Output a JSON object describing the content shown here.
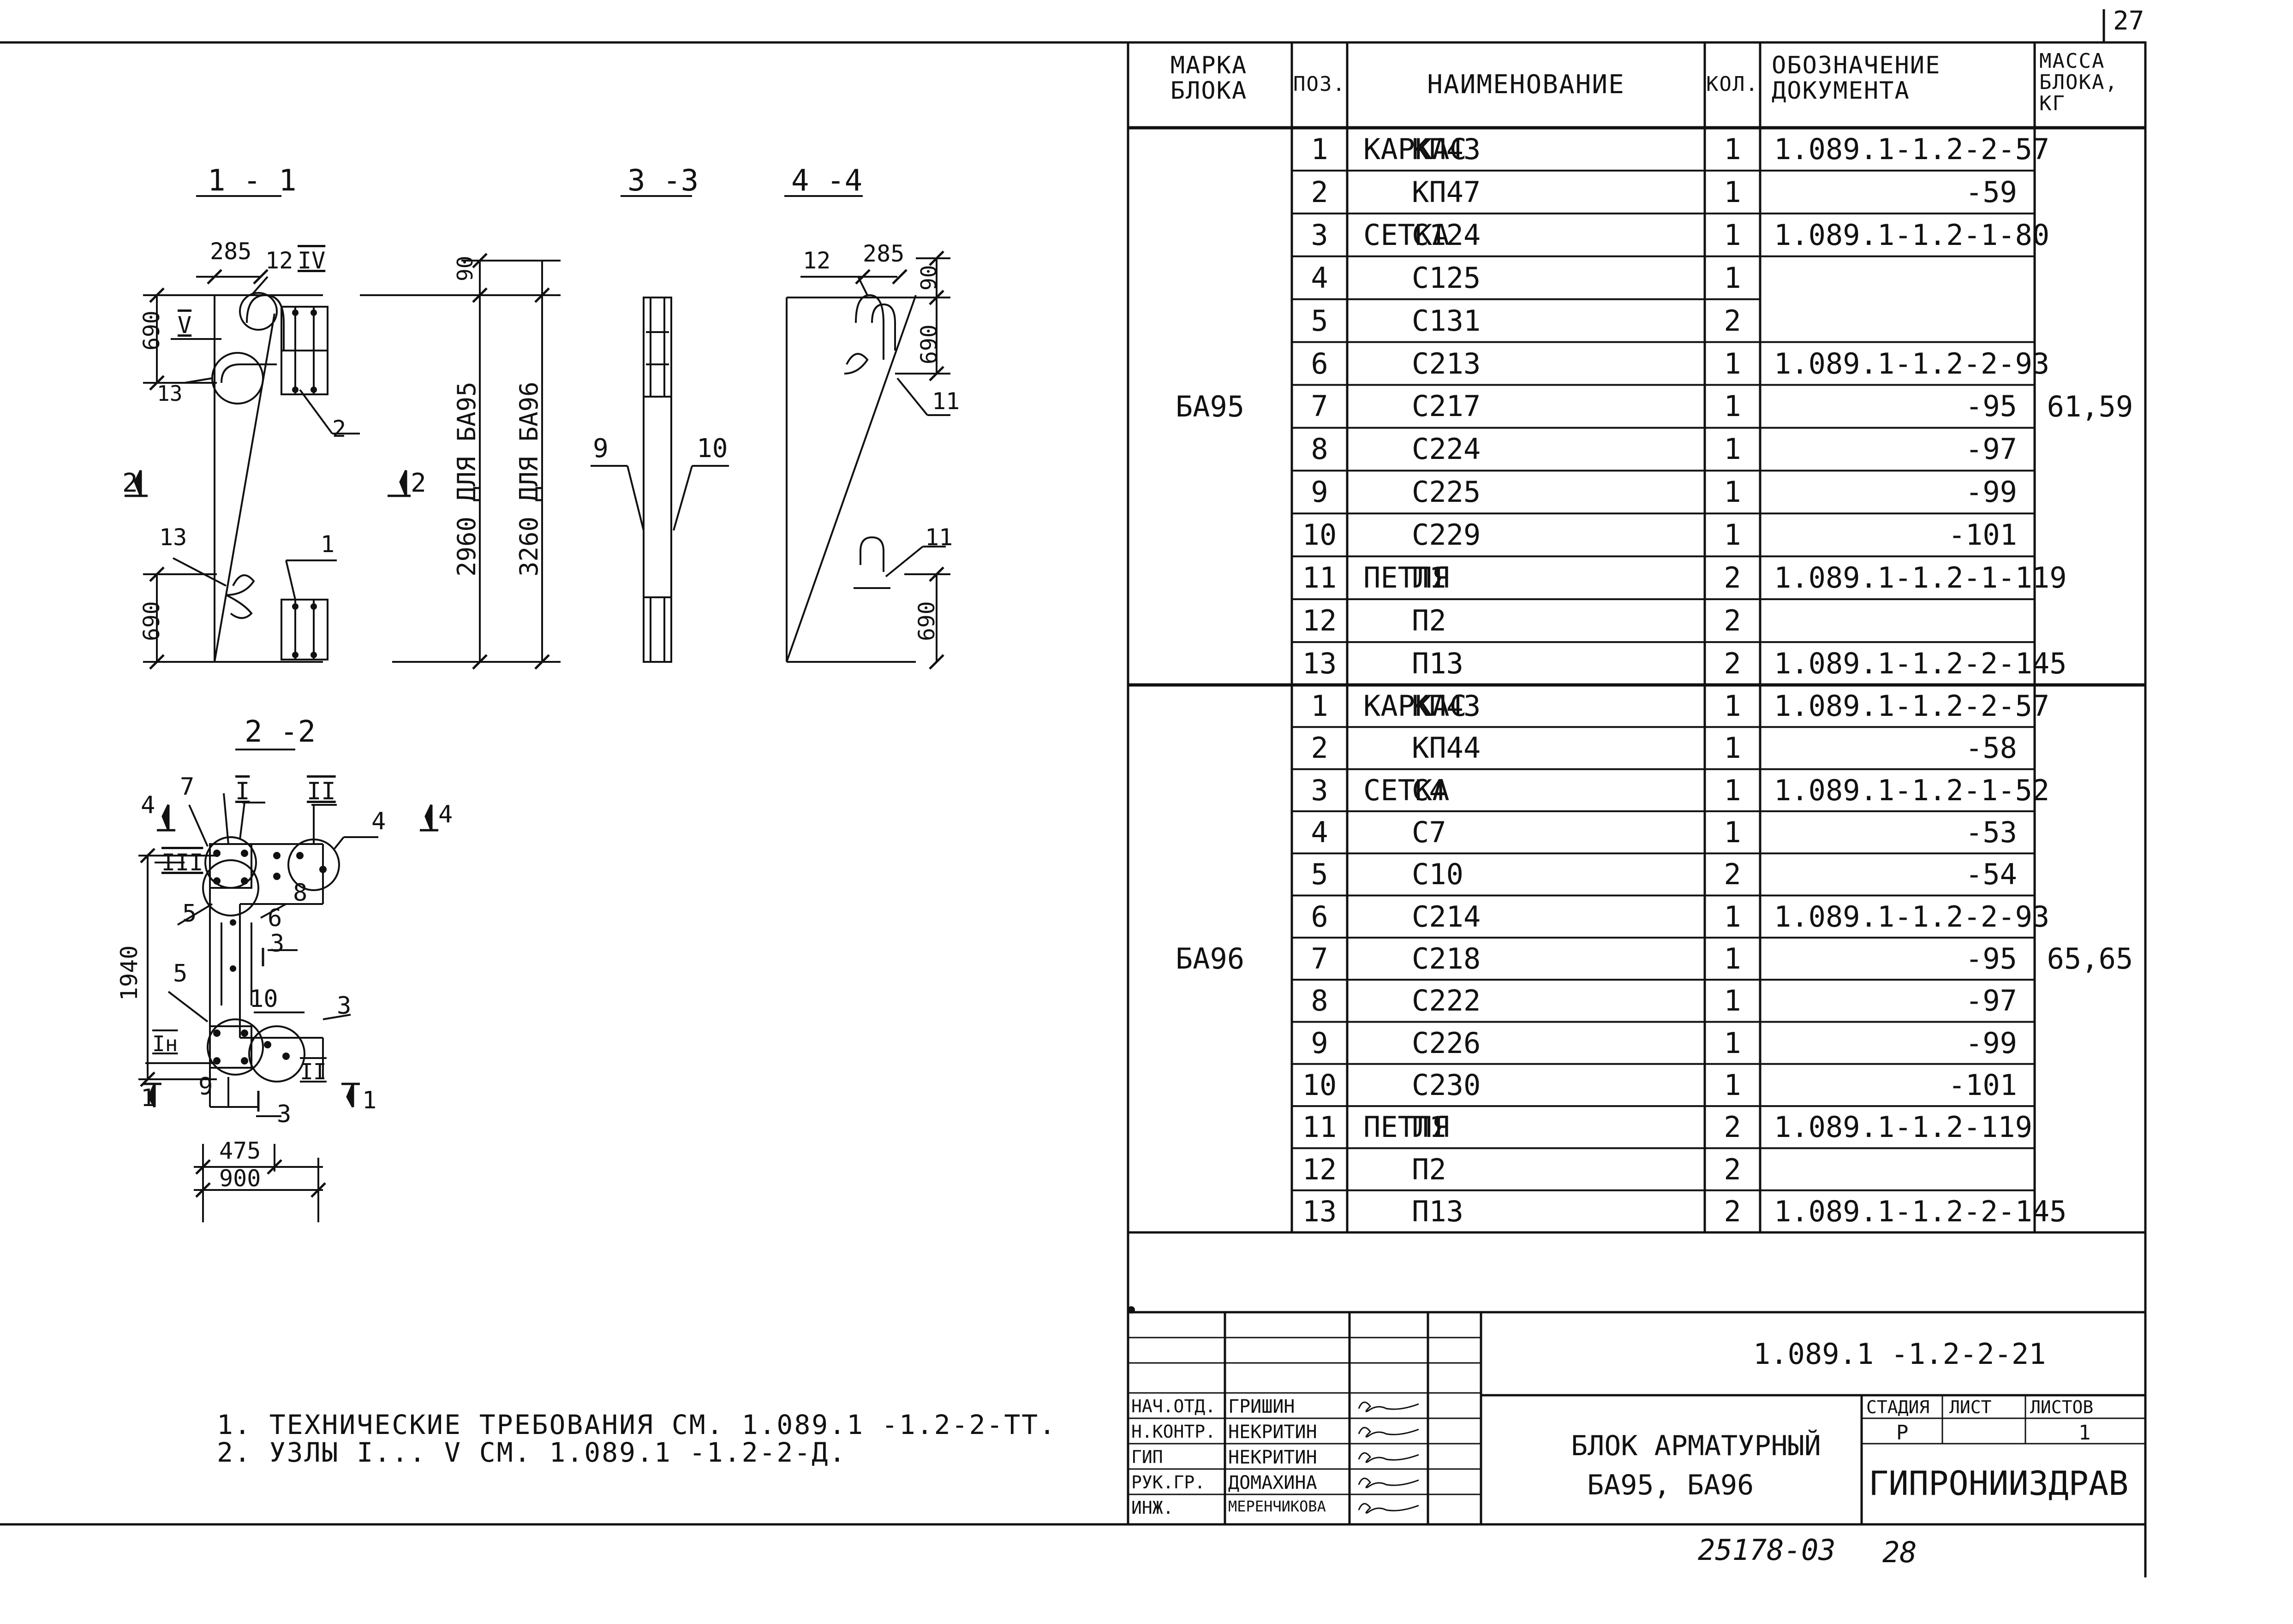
{
  "sheet_number": "27",
  "sections": {
    "s1": "1 - 1",
    "s2": "2 -2",
    "s3": "3 -3",
    "s4": "4 -4"
  },
  "dims": {
    "d285a": "285",
    "d12a": "12",
    "dIVa": "IV",
    "d690a": "690",
    "dVa": "V",
    "d13a": "13",
    "d2a": "2",
    "d2arrow": "2",
    "d13b": "13",
    "d1a": "1",
    "d690b": "690",
    "d2arrow2": "2",
    "d90a": "90",
    "d2960": "2960 ДЛЯ БА95",
    "d3260": "3260 ДЛЯ БА96",
    "d9": "9",
    "d10": "10",
    "d12b": "12",
    "d285b": "285",
    "d90b": "90",
    "d690c": "690",
    "d11a": "11",
    "d11b": "11",
    "d690d": "690",
    "v_4a": "4",
    "v_7": "7",
    "v_I": "I",
    "v_II": "II",
    "v_4b": "4",
    "v_4c": "4",
    "v_III": "III",
    "v_5a": "5",
    "v_6": "6",
    "v_8": "8",
    "v_1940": "1940",
    "v_3a": "3",
    "v_5b": "5",
    "v_10": "10",
    "v_3b": "3",
    "v_Ih": "Iн",
    "v_IIb": "II",
    "v_1a": "1",
    "v_9": "9",
    "v_3c": "3",
    "v_1b": "1",
    "v_475": "475",
    "v_900": "900"
  },
  "table": {
    "headers": {
      "mark": "МАРКА БЛОКА",
      "pos": "ПОЗ.",
      "name": "НАИМЕНОВАНИЕ",
      "qty": "КОЛ.",
      "doc": "ОБОЗНАЧЕНИЕ ДОКУМЕНТА",
      "mass": "МАССА БЛОКА, КГ"
    },
    "groups": [
      {
        "mark": "БА95",
        "mass": "61,59",
        "rows": [
          {
            "pos": "1",
            "type": "КАРКАС",
            "name": "КП43",
            "qty": "1",
            "doc": "1.089.1-1.2-2-57"
          },
          {
            "pos": "2",
            "type": "",
            "name": "КП47",
            "qty": "1",
            "doc": "-59"
          },
          {
            "pos": "3",
            "type": "СЕТКА",
            "name": "С124",
            "qty": "1",
            "doc": "1.089.1-1.2-1-80"
          },
          {
            "pos": "4",
            "type": "",
            "name": "С125",
            "qty": "1",
            "doc": ""
          },
          {
            "pos": "5",
            "type": "",
            "name": "С131",
            "qty": "2",
            "doc": ""
          },
          {
            "pos": "6",
            "type": "",
            "name": "С213",
            "qty": "1",
            "doc": "1.089.1-1.2-2-93"
          },
          {
            "pos": "7",
            "type": "",
            "name": "С217",
            "qty": "1",
            "doc": "-95"
          },
          {
            "pos": "8",
            "type": "",
            "name": "С224",
            "qty": "1",
            "doc": "-97"
          },
          {
            "pos": "9",
            "type": "",
            "name": "С225",
            "qty": "1",
            "doc": "-99"
          },
          {
            "pos": "10",
            "type": "",
            "name": "С229",
            "qty": "1",
            "doc": "-101"
          },
          {
            "pos": "11",
            "type": "ПЕТЛЯ",
            "name": "П1",
            "qty": "2",
            "doc": "1.089.1-1.2-1-119"
          },
          {
            "pos": "12",
            "type": "",
            "name": "П2",
            "qty": "2",
            "doc": ""
          },
          {
            "pos": "13",
            "type": "",
            "name": "П13",
            "qty": "2",
            "doc": "1.089.1-1.2-2-145"
          }
        ]
      },
      {
        "mark": "БА96",
        "mass": "65,65",
        "rows": [
          {
            "pos": "1",
            "type": "КАРКАС",
            "name": "КП43",
            "qty": "1",
            "doc": "1.089.1-1.2-2-57"
          },
          {
            "pos": "2",
            "type": "",
            "name": "КП44",
            "qty": "1",
            "doc": "-58"
          },
          {
            "pos": "3",
            "type": "СЕТКА",
            "name": "С4",
            "qty": "1",
            "doc": "1.089.1-1.2-1-52"
          },
          {
            "pos": "4",
            "type": "",
            "name": "С7",
            "qty": "1",
            "doc": "-53"
          },
          {
            "pos": "5",
            "type": "",
            "name": "С10",
            "qty": "2",
            "doc": "-54"
          },
          {
            "pos": "6",
            "type": "",
            "name": "С214",
            "qty": "1",
            "doc": "1.089.1-1.2-2-93"
          },
          {
            "pos": "7",
            "type": "",
            "name": "С218",
            "qty": "1",
            "doc": "-95"
          },
          {
            "pos": "8",
            "type": "",
            "name": "С222",
            "qty": "1",
            "doc": "-97"
          },
          {
            "pos": "9",
            "type": "",
            "name": "С226",
            "qty": "1",
            "doc": "-99"
          },
          {
            "pos": "10",
            "type": "",
            "name": "С230",
            "qty": "1",
            "doc": "-101"
          },
          {
            "pos": "11",
            "type": "ПЕТЛЯ",
            "name": "П1",
            "qty": "2",
            "doc": "1.089.1-1.2-119"
          },
          {
            "pos": "12",
            "type": "",
            "name": "П2",
            "qty": "2",
            "doc": ""
          },
          {
            "pos": "13",
            "type": "",
            "name": "П13",
            "qty": "2",
            "doc": "1.089.1-1.2-2-145"
          }
        ]
      }
    ]
  },
  "notes": [
    "1. ТЕХНИЧЕСКИЕ ТРЕБОВАНИЯ СМ. 1.089.1 -1.2-2-ТТ.",
    "2. УЗЛЫ I... V СМ. 1.089.1 -1.2-2-Д."
  ],
  "title_block": {
    "code": "1.089.1 -1.2-2-21",
    "title_line1": "БЛОК АРМАТУРНЫЙ",
    "title_line2": "БА95, БА96",
    "stage_label": "СТАДИЯ",
    "sheet_label": "ЛИСТ",
    "sheets_label": "ЛИСТОВ",
    "stage": "Р",
    "sheet": "",
    "sheets": "1",
    "org": "ГИПРОНИИЗДРАВ",
    "people": [
      {
        "role": "НАЧ.ОТД.",
        "name": "ГРИШИН"
      },
      {
        "role": "Н.КОНТР.",
        "name": "НЕКРИТИН"
      },
      {
        "role": "ГИП",
        "name": "НЕКРИТИН"
      },
      {
        "role": "РУК.ГР.",
        "name": "ДОМАХИНА"
      },
      {
        "role": "ИНЖ.",
        "name": "МЕРЕНЧИКОВА"
      }
    ]
  },
  "footer": {
    "inventory": "25178-03",
    "page": "28"
  }
}
